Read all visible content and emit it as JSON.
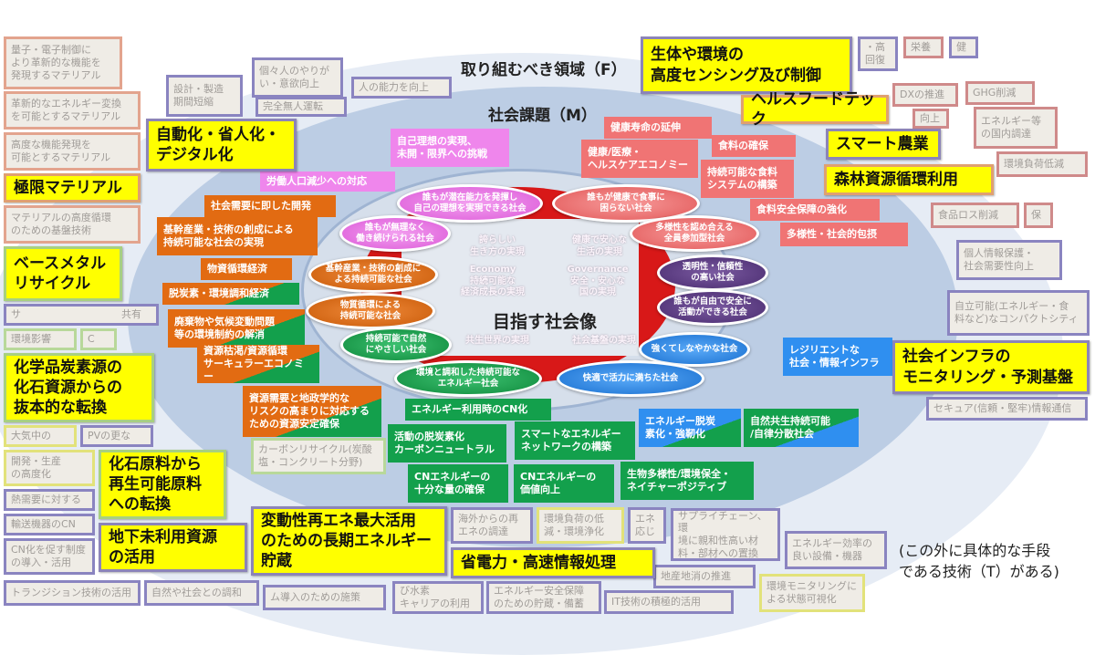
{
  "titles": {
    "f_area": "取り組むべき領域（F）",
    "m_issues": "社会課題（M）",
    "center": "目指す社会像",
    "footnote": "(この外に具体的な手段\nである技術（T）がある)"
  },
  "tech_boxes": [
    "量子・電子制御に\nより革新的な機能を\n発現するマテリアル",
    "革新的なエネルギー変換\nを可能とするマテリアル",
    "設計・製造\n期間短縮",
    "個々人のやりが\nい・意欲向上",
    "完全無人運転",
    "人の能力を向上",
    "高度な機能発現を\n可能とするマテリアル",
    "マテリアルの高度循環\nのための基盤技術",
    "サ　　　　　　　　　　共有",
    "環境影響",
    "C",
    "大気中の",
    "開発・生産\nの高度化",
    "PVの更な",
    "熱需要に対する",
    "輸送機器のCN",
    "CN化を促す制度\nの導入・活用",
    "トランジション技術の活用",
    "海外からの再\nエネの調達",
    "エネ\n応じ",
    "自然や社会との調和",
    "カーボンリサイクル(炭酸\n塩・コンクリート分野)",
    "ム導入のための施策",
    "び水素\nキャリアの利用",
    "エネルギー安全保障\nのための貯蔵・備蓄",
    "環境負荷の低\n減・環境浄化",
    "サプライチェーン、環\n境に親和性高い材\n料・部材への置換",
    "地産地消の推進",
    "IT技術の積極的活用",
    "エネルギー効率の\n良い設備・機器",
    "環境モニタリングに\nよる状態可視化",
    "・高\n回復",
    "栄養",
    "DXの推進",
    "GHG削減",
    "エネルギー等\nの国内調達",
    "向上",
    "環境負荷低減",
    "保",
    "食品ロス削減",
    "個人情報保護・\n社会需要性向上",
    "自立可能(エネルギー・食\n料など)なコンパクトシティ",
    "セキュア(信頼・堅牢)情報通信",
    "健"
  ],
  "f_boxes": [
    "自動化・省人化・\nデジタル化",
    "極限マテリアル",
    "ベースメタル\nリサイクル",
    "化学品炭素源の\n化石資源からの\n抜本的な転換",
    "化石原料から\n再生可能原料\nへの転換",
    "地下未利用資源\nの活用",
    "変動性再エネ最大活用\nのための長期エネルギー\n貯蔵",
    "省電力・高速情報処理",
    "生体や環境の\n高度センシング及び制御",
    "ヘルスフードテック",
    "スマート農業",
    "森林資源循環利用",
    "社会インフラの\nモニタリング・予測基盤"
  ],
  "m_boxes": [
    "労働人口減少への対応",
    "自己理想の実現、\n未開・限界への挑戦",
    "健康寿命の延伸",
    "健康/医療・\nヘルスケアエコノミー",
    "食料の確保",
    "持続可能な食料\nシステムの構築",
    "食料安全保障の強化",
    "多様性・社会的包摂",
    "社会需要に即した開発",
    "基幹産業・技術の創成による\n持続可能な社会の実現",
    "物資循環経済",
    "脱炭素・環境調和経済",
    "廃棄物や気候変動問題\n等の環境制約の解消",
    "資源枯渇/資源循環\nサーキュラーエコノミー",
    "資源需要と地政学的な\nリスクの高まりに対応する\nための資源安定確保",
    "エネルギー利用時のCN化",
    "活動の脱炭素化\nカーボンニュートラル",
    "スマートなエネルギー\nネットワークの構築",
    "CNエネルギーの\n十分な量の確保",
    "CNエネルギーの\n価値向上",
    "生物多様性/環境保全・\nネイチャーポジティブ",
    "エネルギー脱炭\n素化・強靭化",
    "自然共生持続可能\n/自律分散社会",
    "レジリエントな\n社会・情報インフラ"
  ],
  "bubbles": [
    "誰もが潜在能力を発揮し\n自己の理想を実現できる社会",
    "誰もが無理なく\n働き続けられる社会",
    "基幹産業・技術の創成に\nよる持続可能な社会",
    "物質循環による\n持続可能な社会",
    "持続可能で自然\nにやさしい社会",
    "環境と調和した持続可能な\nエネルギー社会",
    "誰もが健康で食事に\n困らない社会",
    "多様性を認め合える\n全員参加型社会",
    "透明性・信頼性\nの高い社会",
    "誰もが自由で安全に\n活動ができる社会",
    "強くてしなやかな社会",
    "快適で活力に満ちた社会"
  ],
  "center_labels": [
    "誇らしい\n生き方の実現",
    "健康で安心な\n生活の実現",
    "Economy\n持続可能な\n経済成長の実現",
    "Governance\n安全・安心な\n国の実現",
    "共生世界の実現",
    "社会基盤の実現"
  ]
}
